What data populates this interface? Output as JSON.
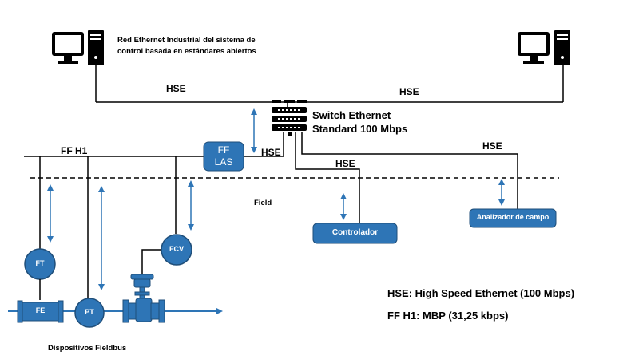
{
  "network_title_line1": "Red Ethernet Industrial del sistema de",
  "network_title_line2": "control basada en estándares abiertos",
  "hse_left": "HSE",
  "hse_right": "HSE",
  "switch_line1": "Switch Ethernet",
  "switch_line2": "Standard 100 Mbps",
  "ff_h1": "FF H1",
  "hse_las": "HSE",
  "hse_ctrl": "HSE",
  "hse_analyzer": "HSE",
  "las_line1": "FF",
  "las_line2": "LAS",
  "field": "Field",
  "controlador": "Controlador",
  "analizador": "Analizador de campo",
  "ft": "FT",
  "fe": "FE",
  "pt": "PT",
  "fcv": "FCV",
  "dispositivos": "Dispositivos Fieldbus",
  "legend_hse": "HSE: High Speed Ethernet (100 Mbps)",
  "legend_ff": "FF H1: MBP (31,25 kbps)",
  "colors": {
    "device_fill": "#2E75B6",
    "device_stroke": "#1F4E79",
    "arrow": "#2E75B6",
    "line": "#000000"
  },
  "icons": [
    "computer-icon",
    "switch-icon",
    "valve-icon",
    "double-arrow-icon"
  ]
}
